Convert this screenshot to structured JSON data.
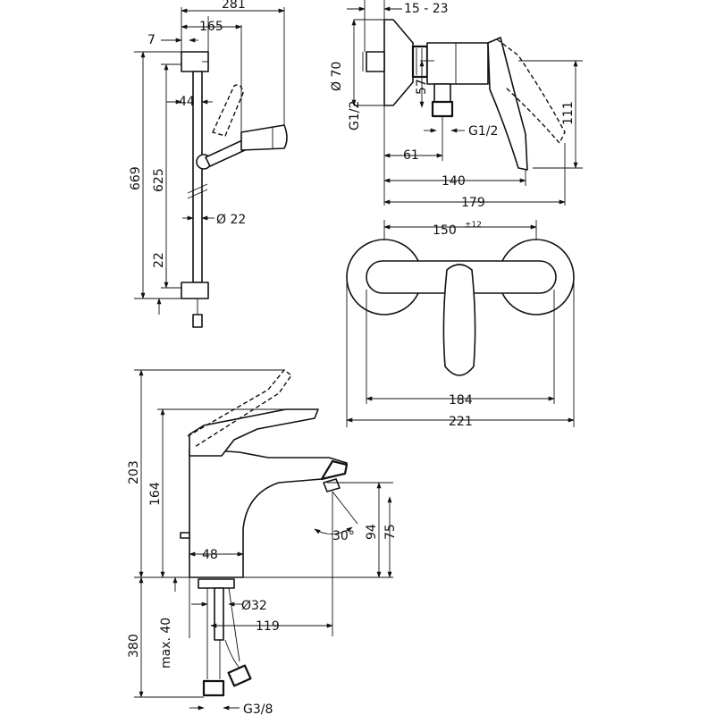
{
  "shower_rail": {
    "width_total": "281",
    "width_head": "165",
    "offset": "7",
    "slide_offset": "44",
    "height_total": "669",
    "rail_length": "625",
    "bottom_offset": "22",
    "rail_diameter": "Ø 22"
  },
  "shower_mixer_side": {
    "eccentric_range": "15 - 23",
    "flange_diameter": "Ø 70",
    "inlet_thread": "G1/2",
    "outlet_thread": "G1/2",
    "outlet_height": "57",
    "handle_height": "111",
    "outlet_offset": "61",
    "body_depth": "140",
    "handle_depth": "179"
  },
  "shower_mixer_front": {
    "centers": "150",
    "centers_tolerance": "±12",
    "flange_span": "184",
    "overall_width": "221"
  },
  "basin_mixer": {
    "overall_height": "203",
    "handle_height": "164",
    "spout_angle": "30°",
    "spout_clearance_a": "94",
    "spout_clearance_b": "75",
    "base_width": "48",
    "hole_diameter": "Ø32",
    "spout_reach": "119",
    "max_deck": "max. 40",
    "hose_length": "380",
    "hose_thread": "G3/8"
  }
}
